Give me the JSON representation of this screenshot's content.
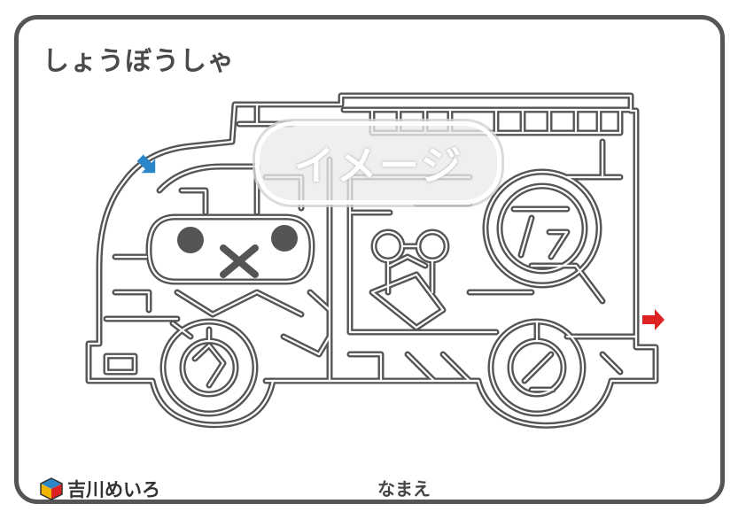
{
  "title": "しょうぼうしゃ",
  "watermark": "イメージ",
  "brand": {
    "name": "吉川めいろ",
    "logo_icon": "cube-logo-icon"
  },
  "name_field": {
    "label": "なまえ"
  },
  "maze": {
    "subject": "fire-truck",
    "start_color": "#2a86c8",
    "goal_color": "#dd2222"
  },
  "colors": {
    "line": "#555555",
    "frame": "#555555"
  }
}
